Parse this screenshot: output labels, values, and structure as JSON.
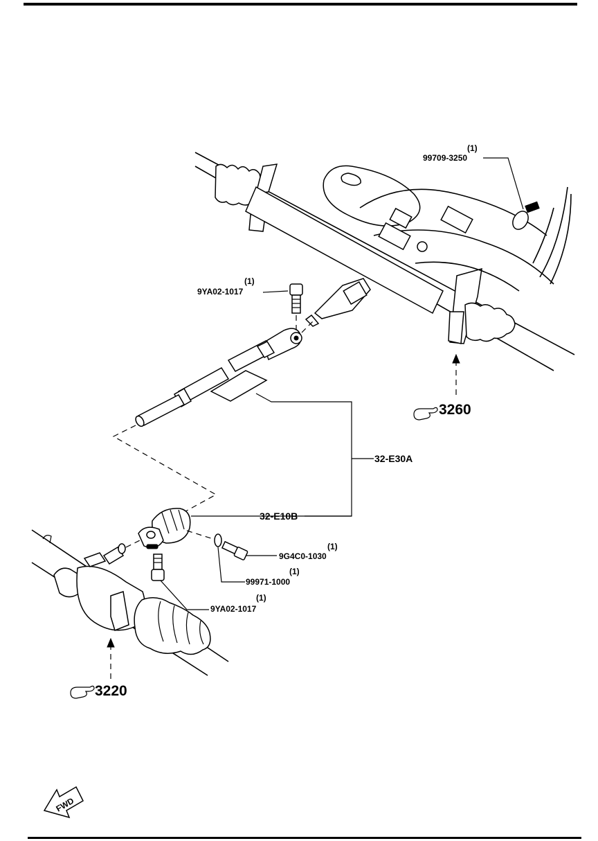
{
  "parts": {
    "clip": {
      "qty": "(1)",
      "number": "99709-3250"
    },
    "bolt_upper": {
      "qty": "(1)",
      "number": "9YA02-1017"
    },
    "bolt_side": {
      "qty": "(1)",
      "number": "9G4C0-1030"
    },
    "washer": {
      "qty": "(1)",
      "number": "99971-1000"
    },
    "bolt_lower": {
      "qty": "(1)",
      "number": "9YA02-1017"
    }
  },
  "assemblies": {
    "shaft": "32-E30A",
    "joint": "32-E10B"
  },
  "references": {
    "upper": "3260",
    "lower": "3220"
  },
  "direction": "FWD"
}
